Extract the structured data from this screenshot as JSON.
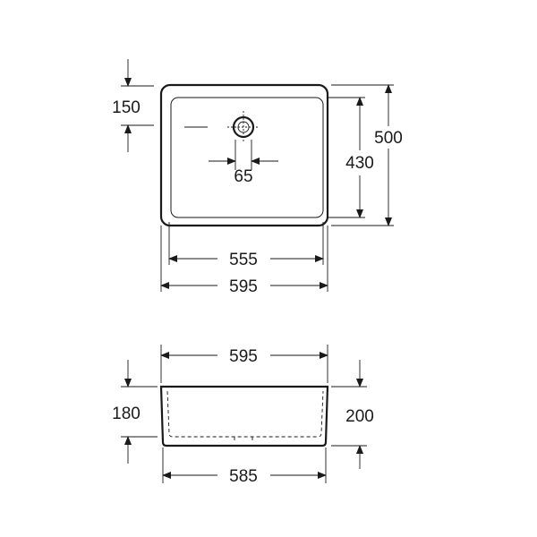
{
  "top_view": {
    "height_offset": "150",
    "drain_width": "65",
    "inner_depth": "430",
    "outer_depth": "500",
    "inner_width": "555",
    "outer_width": "595"
  },
  "front_view": {
    "top_width": "595",
    "inner_height": "180",
    "outer_height": "200",
    "bottom_width": "585"
  }
}
